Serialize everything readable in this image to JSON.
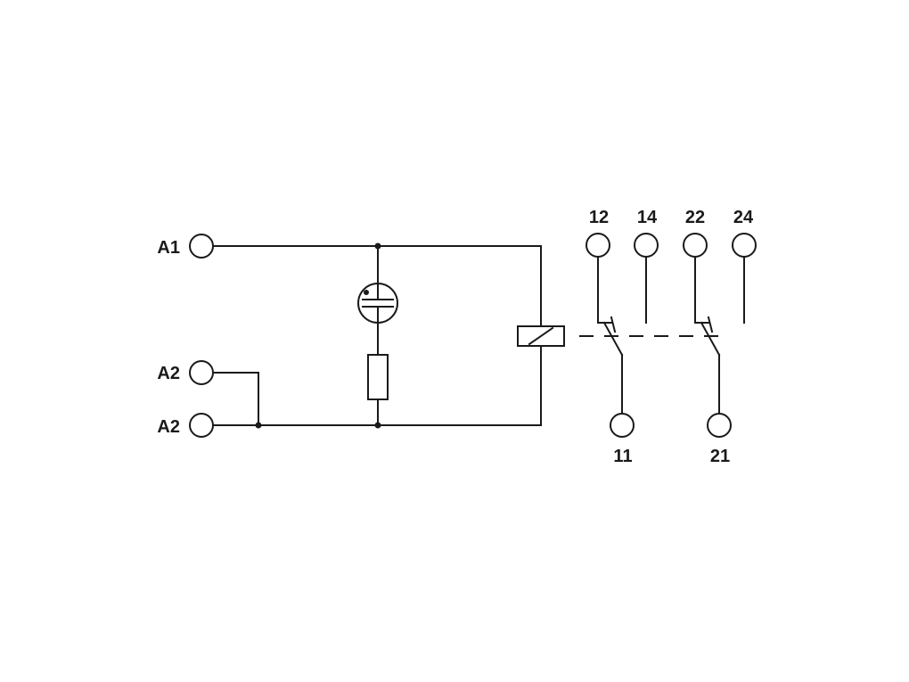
{
  "terminals": {
    "a1": "A1",
    "a2_upper": "A2",
    "a2_lower": "A2",
    "t12": "12",
    "t14": "14",
    "t22": "22",
    "t24": "24",
    "t11": "11",
    "t21": "21"
  },
  "colors": {
    "line": "#1a1a1a",
    "background": "#ffffff"
  }
}
